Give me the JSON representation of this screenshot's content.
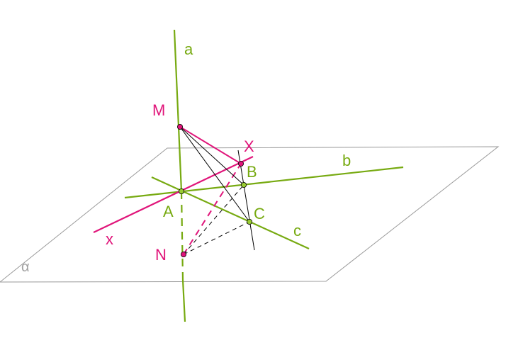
{
  "colors": {
    "green": "#77aa11",
    "magenta": "#e0157a",
    "black": "#000000",
    "plane": "#9a9a9a",
    "plane_label": "#a0a0a0"
  },
  "labels": {
    "a": "a",
    "b": "b",
    "c": "c",
    "x": "x",
    "M": "M",
    "N": "N",
    "A": "A",
    "B": "B",
    "C": "C",
    "X": "X",
    "alpha": "α"
  }
}
